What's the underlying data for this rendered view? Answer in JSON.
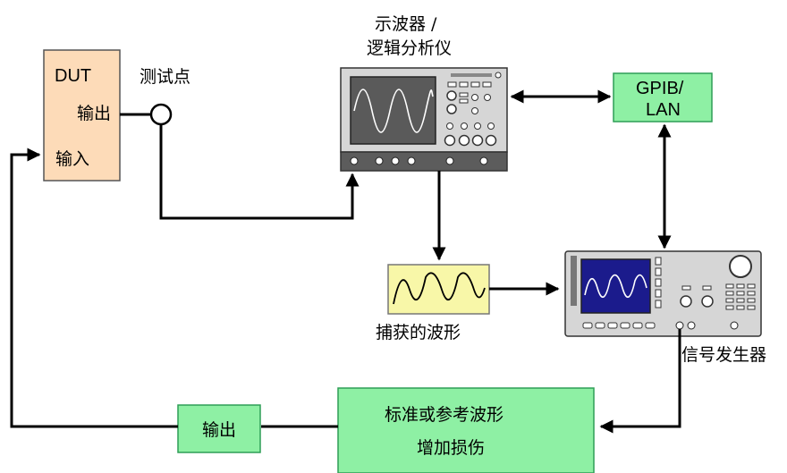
{
  "colors": {
    "dut_fill": "#FDDBB8",
    "green_box": "#8EF0A4",
    "green_box_stroke": "#2F9E57",
    "waveform_box": "#F8F7A8",
    "instrument_body": "#D6D6D6",
    "instrument_dark": "#5C5C5C",
    "scope_screen": "#5A5A5A",
    "generator_screen": "#1B1B8C",
    "line": "#000000"
  },
  "labels": {
    "dut": "DUT",
    "dut_output": "输出",
    "dut_input": "输入",
    "test_point": "测试点",
    "scope_line1": "示波器 /",
    "scope_line2": "逻辑分析仪",
    "gpib_line1": "GPIB/",
    "gpib_line2": "LAN",
    "captured_waveform": "捕获的波形",
    "signal_generator": "信号发生器",
    "output_box": "输出",
    "standard_line1": "标准或参考波形",
    "standard_line2": "增加损伤"
  },
  "icons": {
    "oscilloscope": "oscilloscope-icon",
    "signal_generator": "signal-generator-icon",
    "waveform": "sine-wave-icon",
    "test_point": "probe-point-icon"
  }
}
